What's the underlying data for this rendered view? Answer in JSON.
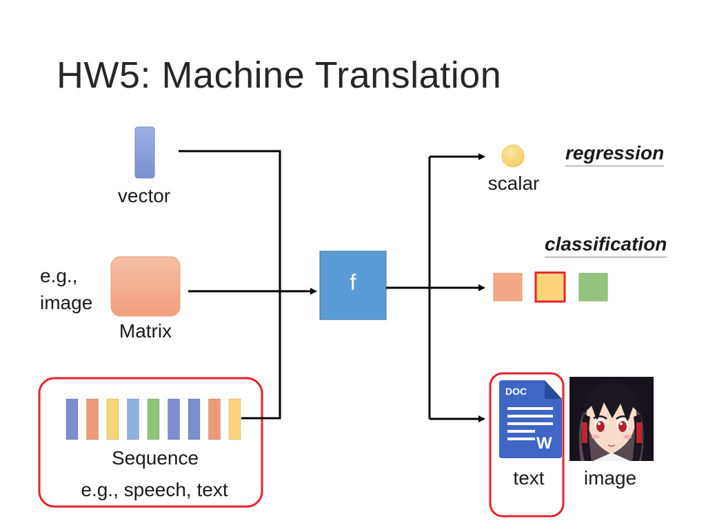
{
  "slide": {
    "title": "HW5: Machine Translation"
  },
  "inputs": {
    "vector_label": "vector",
    "matrix_label": "Matrix",
    "matrix_example_line1": "e.g.,",
    "matrix_example_line2": "image",
    "sequence_label": "Sequence",
    "sequence_example": "e.g., speech, text",
    "sequence_colors": [
      "#7b8fd0",
      "#ee9a7a",
      "#f8d577",
      "#8fb1e0",
      "#8fc57a",
      "#7b8fd0",
      "#7b8fd0",
      "#ee9a7a",
      "#f8d577"
    ]
  },
  "model": {
    "label": "f",
    "color": "#5b9bd5"
  },
  "outputs": {
    "regression": {
      "task_label": "regression",
      "label": "scalar",
      "color": "#fbd97a"
    },
    "classification": {
      "task_label": "classification",
      "box_colors": [
        "#f2a988",
        "#fcd57a",
        "#93c47d"
      ],
      "selected_index": 1
    },
    "generation": {
      "text_label": "text",
      "image_label": "image",
      "doc_badge": "DOC",
      "doc_letter": "W"
    }
  },
  "colors": {
    "highlight": "#e8202a",
    "arrow": "#000000"
  }
}
